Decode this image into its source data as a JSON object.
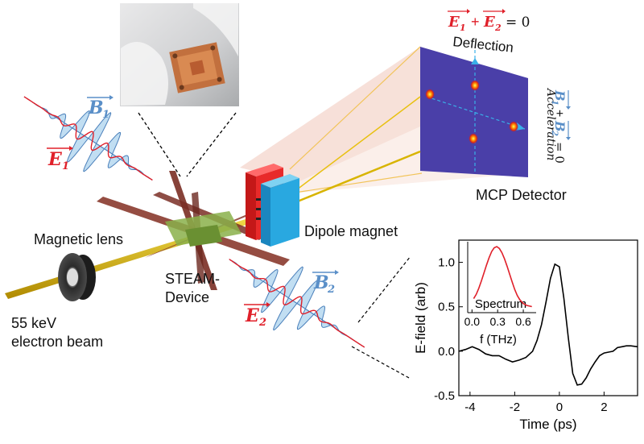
{
  "labels": {
    "magnetic_lens": "Magnetic lens",
    "beam_line1": "55 keV",
    "beam_line2": "electron beam",
    "steam_line1": "STEAM-",
    "steam_line2": "Device",
    "dipole": "Dipole magnet",
    "mcp": "MCP Detector",
    "deflection": "Deflection",
    "acceleration": "Acceleration",
    "b1": "B",
    "b1_sub": "1",
    "e1": "E",
    "e1_sub": "1",
    "b2": "B",
    "b2_sub": "2",
    "e2": "E",
    "e2_sub": "2",
    "e_sum_eq": "= 0",
    "b_sum_eq": "= 0",
    "plus": "+"
  },
  "colors": {
    "e_field": "#e0202a",
    "b_field": "#5a8fc8",
    "beam": "#d8b400",
    "copper": "#8a3a2e",
    "green_block": "#8ab04a",
    "detector": "#4a3fa8",
    "cone": "#f4d6cc",
    "dipole_red": "#e82a2a",
    "dipole_blue": "#29a8e0"
  },
  "icons": {
    "photo": "steam-device-photo",
    "lens": "magnetic-lens-icon"
  },
  "chart_data": {
    "type": "line",
    "xlabel": "Time (ps)",
    "ylabel": "E-field (arb)",
    "xlim": [
      -4.5,
      3.5
    ],
    "ylim": [
      -0.5,
      1.25
    ],
    "xticks": [
      -4,
      -2,
      0,
      2
    ],
    "yticks": [
      -0.5,
      0.0,
      0.5,
      1.0
    ],
    "ytick_labels": [
      "-0.5",
      "0.0",
      "0.5",
      "1.0"
    ],
    "series": [
      {
        "x": [
          -4.5,
          -4.2,
          -3.9,
          -3.6,
          -3.3,
          -3.0,
          -2.7,
          -2.4,
          -2.1,
          -1.8,
          -1.5,
          -1.2,
          -1.0,
          -0.8,
          -0.6,
          -0.4,
          -0.2,
          0.0,
          0.2,
          0.4,
          0.6,
          0.8,
          1.0,
          1.2,
          1.4,
          1.6,
          1.8,
          2.0,
          2.2,
          2.4,
          2.6,
          2.8,
          3.0,
          3.2,
          3.5
        ],
        "y": [
          0.0,
          0.02,
          0.05,
          0.02,
          -0.03,
          -0.05,
          -0.05,
          -0.09,
          -0.12,
          -0.1,
          -0.07,
          0.0,
          0.12,
          0.3,
          0.55,
          0.82,
          0.98,
          0.95,
          0.6,
          0.15,
          -0.25,
          -0.38,
          -0.37,
          -0.3,
          -0.2,
          -0.12,
          -0.05,
          -0.02,
          -0.01,
          0.0,
          0.04,
          0.05,
          0.06,
          0.06,
          0.05
        ]
      }
    ],
    "inset": {
      "type": "line",
      "xlabel": "f (THz)",
      "title": "Spectrum",
      "xlim": [
        -0.05,
        0.75
      ],
      "xticks": [
        0.0,
        0.3,
        0.6
      ],
      "xtick_labels": [
        "0.0",
        "0.3",
        "0.6"
      ],
      "series": [
        {
          "x": [
            0.02,
            0.05,
            0.08,
            0.11,
            0.14,
            0.17,
            0.2,
            0.23,
            0.26,
            0.29,
            0.32,
            0.35,
            0.38,
            0.41,
            0.44,
            0.47,
            0.5,
            0.53,
            0.56,
            0.6,
            0.64,
            0.7
          ],
          "y": [
            0.15,
            0.22,
            0.32,
            0.44,
            0.57,
            0.7,
            0.82,
            0.92,
            0.98,
            1.0,
            0.97,
            0.9,
            0.8,
            0.68,
            0.55,
            0.42,
            0.3,
            0.2,
            0.13,
            0.07,
            0.04,
            0.02
          ]
        }
      ]
    }
  }
}
